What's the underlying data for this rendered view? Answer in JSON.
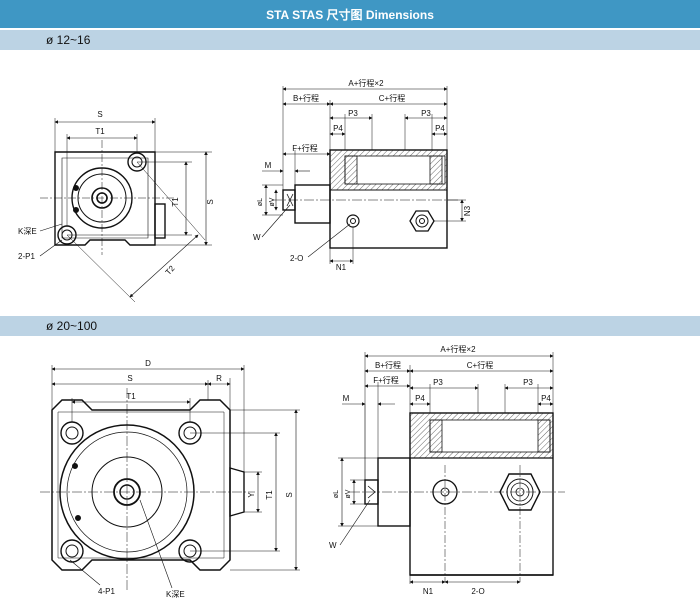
{
  "header": {
    "title": "STA STAS 尺寸图 Dimensions"
  },
  "section1": {
    "label": "ø 12~16",
    "front": {
      "S": "S",
      "T1": "T1",
      "T1_side": "T1",
      "S_side": "S",
      "T2": "T2",
      "K": "K深E",
      "P1": "2-P1"
    },
    "side": {
      "A": "A+行程×2",
      "B": "B+行程",
      "C": "C+行程",
      "P3a": "P3",
      "P3b": "P3",
      "P4a": "P4",
      "P4b": "P4",
      "F": "F+行程",
      "M": "M",
      "W": "W",
      "O": "2-O",
      "N1": "N1",
      "N3": "N3",
      "oL": "øL",
      "oV": "øV"
    }
  },
  "section2": {
    "label": "ø 20~100",
    "front": {
      "D": "D",
      "S": "S",
      "R": "R",
      "T1": "T1",
      "Y": "Y",
      "T1_side": "T1",
      "S_side": "S",
      "P1": "4-P1",
      "K": "K深E"
    },
    "side": {
      "A": "A+行程×2",
      "B": "B+行程",
      "C": "C+行程",
      "F": "F+行程",
      "P3a": "P3",
      "P3b": "P3",
      "P4a": "P4",
      "P4b": "P4",
      "M": "M",
      "W": "W",
      "O": "2-O",
      "N1": "N1",
      "oL": "øL",
      "oV": "øV"
    }
  }
}
